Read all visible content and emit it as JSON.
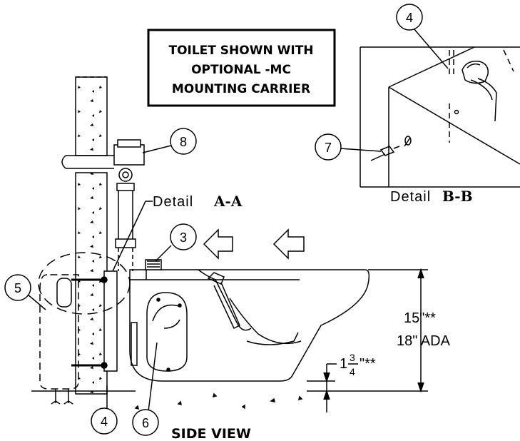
{
  "note": {
    "lines": [
      "TOILET SHOWN WITH",
      "OPTIONAL -MC",
      "MOUNTING CARRIER"
    ]
  },
  "callouts": {
    "c3": "3",
    "c4_detail": "4",
    "c4_side": "4",
    "c5": "5",
    "c6": "6",
    "c7": "7",
    "c8": "8"
  },
  "details": {
    "a": {
      "label": "Detail",
      "id": "A-A"
    },
    "b": {
      "label": "Detail",
      "id": "B-B"
    }
  },
  "dimensions": {
    "height_standard": "15\"**",
    "height_ada": "18\" ADA",
    "offset_whole": "1",
    "offset_num": "3",
    "offset_den": "4",
    "offset_suffix": "\"**"
  },
  "view_title": "SIDE VIEW"
}
